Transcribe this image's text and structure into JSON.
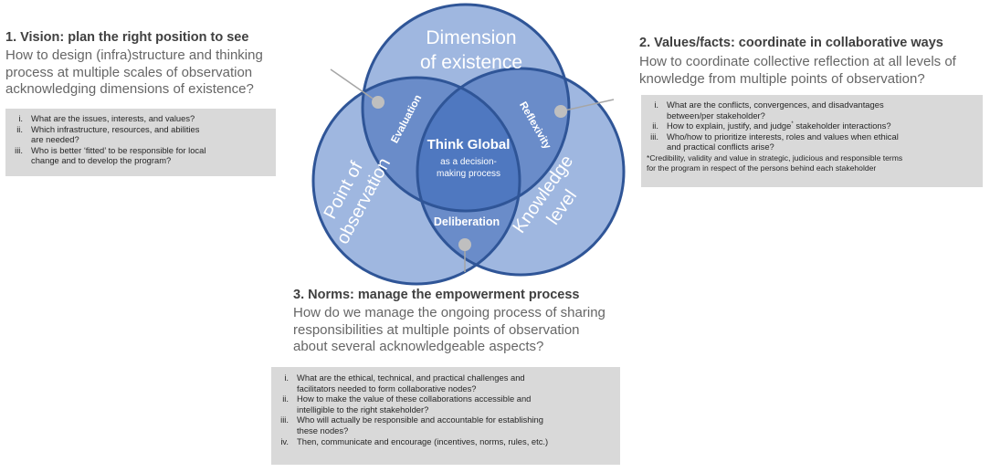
{
  "vision": {
    "heading": "1. Vision: plan the right position to see",
    "question_lines": [
      "How to design (infra)structure and thinking",
      "process at multiple scales of observation",
      "acknowledging dimensions of existence?"
    ],
    "items": [
      {
        "num": "i.",
        "text": "What are the issues, interests, and values?"
      },
      {
        "num": "ii.",
        "text": "Which infrastructure, resources, and abilities\nare needed?"
      },
      {
        "num": "iii.",
        "text": "Who is better ‘fitted’ to be responsible for local\nchange and to develop the program?"
      }
    ]
  },
  "values": {
    "heading": "2. Values/facts: coordinate in collaborative ways",
    "question_lines": [
      "How to coordinate collective reflection at all levels of",
      "knowledge from multiple points of observation?"
    ],
    "items": [
      {
        "num": "i.",
        "text": "What are the conflicts, convergences, and disadvantages\nbetween/per stakeholder?"
      },
      {
        "num": "ii.",
        "text": "How to explain, justify, and judge",
        "sup": "*",
        "after": " stakeholder interactions?"
      },
      {
        "num": "iii.",
        "text": "Who/how to prioritize interests, roles and values when ethical\nand practical conflicts arise?"
      }
    ],
    "note": "*Credibility, validity and value in strategic, judicious and responsible terms\nfor the program in respect of the persons behind each stakeholder"
  },
  "norms": {
    "heading": "3. Norms: manage the empowerment process",
    "question_lines": [
      "How do we manage the ongoing process of sharing",
      "responsibilities at multiple points of observation",
      "about several acknowledgeable aspects?"
    ],
    "items": [
      {
        "num": "i.",
        "text": "What are the ethical, technical, and practical challenges and\nfacilitators needed to form collaborative nodes?"
      },
      {
        "num": "ii.",
        "text": "How to make the value of these collaborations accessible and\nintelligible to the right stakeholder?"
      },
      {
        "num": "iii.",
        "text": "Who will actually be responsible and accountable for establishing\nthese nodes?"
      },
      {
        "num": "iv.",
        "text": "Then, communicate and encourage (incentives, norms, rules, etc.)"
      }
    ]
  },
  "venn": {
    "top_circle": [
      "Dimension",
      "of existence"
    ],
    "left_circle": [
      "Point of",
      "observation"
    ],
    "right_circle": [
      "Knowledge",
      "level"
    ],
    "evaluation": "Evaluation",
    "reflexivity": "Reflexivity",
    "deliberation": "Deliberation",
    "center_title": "Think Global",
    "center_sub": [
      "as a decision-",
      "making process"
    ],
    "colors": {
      "circle_fill": "#7f9dd4",
      "circle_stroke": "#2f5597",
      "center_fill": "#4472c4",
      "pointer_dot": "#bfbfbf",
      "pointer_line": "#a6a6a6"
    }
  }
}
